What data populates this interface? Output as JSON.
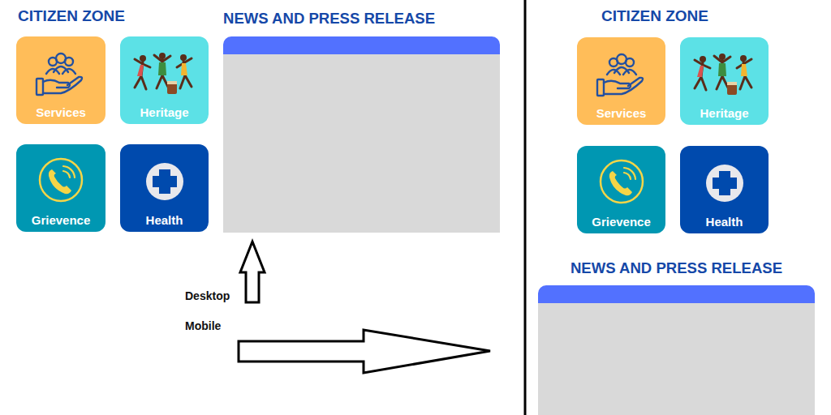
{
  "diagram": {
    "nodes": [
      {
        "text": [
          "Services"
        ]
      },
      {
        "text": [
          "Heritage"
        ]
      },
      {
        "text": [
          "Grievence"
        ]
      },
      {
        "text": [
          "Health"
        ]
      },
      {
        "text": [
          "NEWS AND PRESS RELEASE"
        ]
      },
      {
        "text": [
          "Services"
        ]
      },
      {
        "text": [
          "Heritage"
        ]
      },
      {
        "text": [
          "Grievence"
        ]
      },
      {
        "text": [
          "Health"
        ]
      },
      {
        "text": [
          "NEWS AND PRESS RELEASE"
        ]
      }
    ],
    "labels": [
      "CITIZEN ZONE",
      "Desktop",
      "Mobile",
      "CITIZEN ZONE"
    ]
  }
}
